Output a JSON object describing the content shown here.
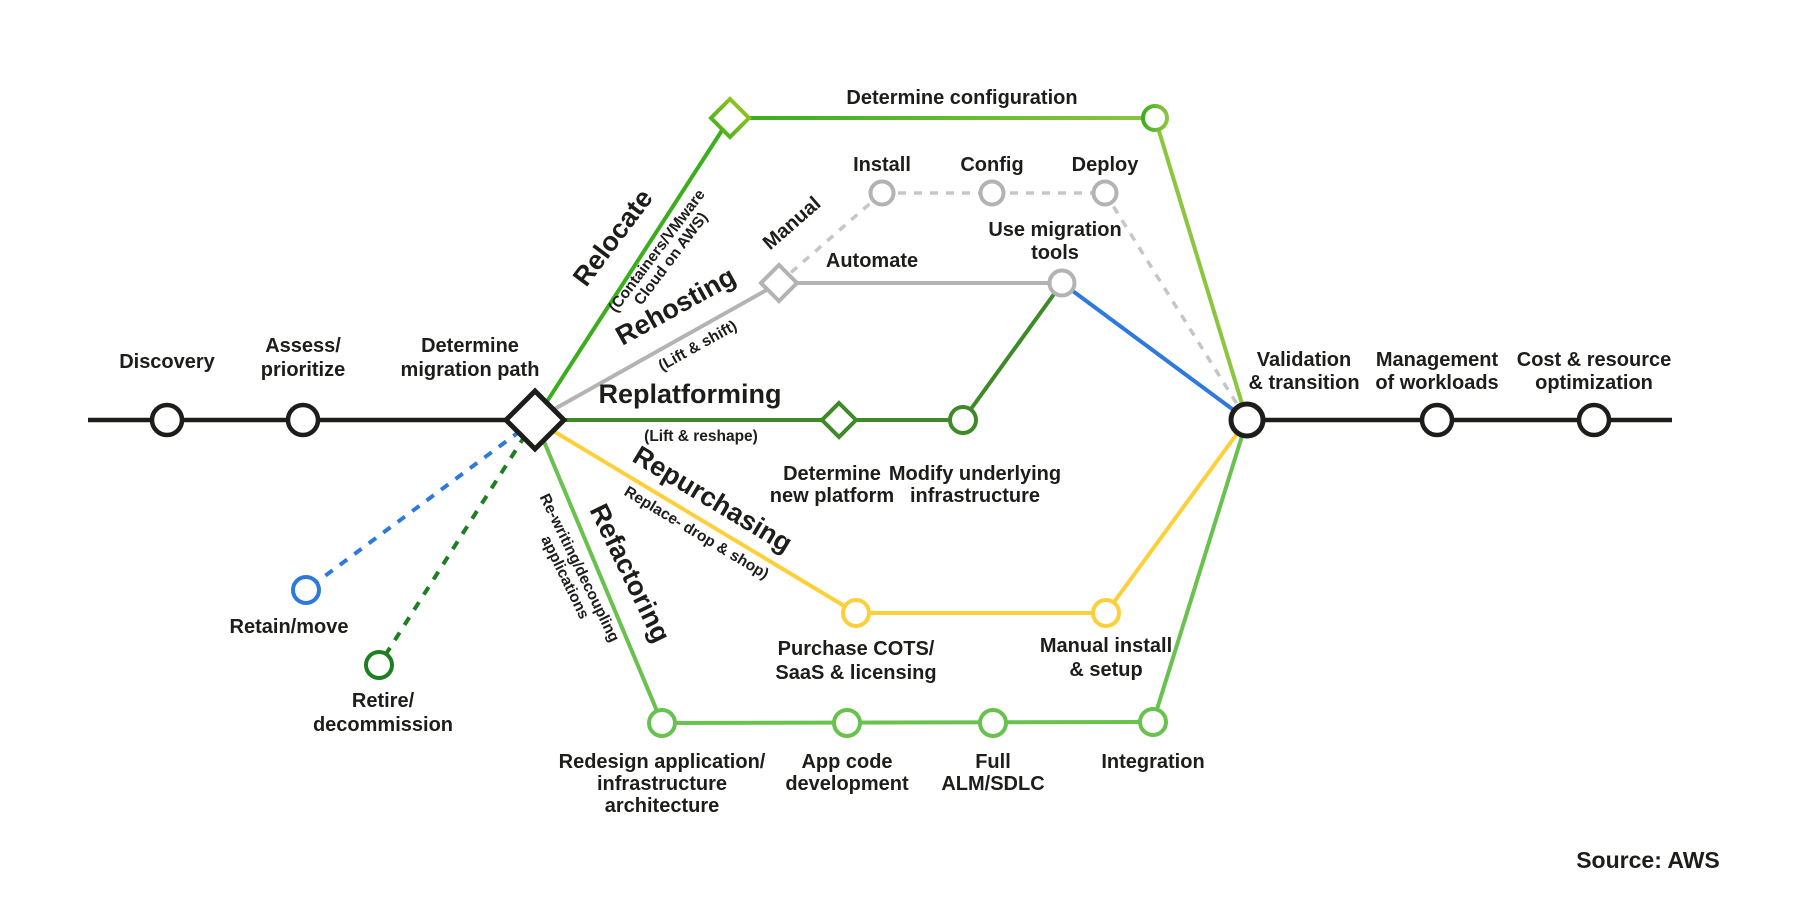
{
  "source_label": "Source: AWS",
  "colors": {
    "black": "#1d1d1b",
    "gray": "#b3b3b3",
    "gray_dashed": "#c6c6c6",
    "green": "#3cae1d",
    "light_green": "#8cc63f",
    "yellow_green": "#a5c81e",
    "dark_green": "#3f8a28",
    "deep_green": "#1e7e22",
    "lime_green": "#69c14e",
    "yellow": "#fdd039",
    "blue": "#2d7adc",
    "white": "#ffffff",
    "source_text": "#b5b5b5"
  },
  "main_path": {
    "discovery": "Discovery",
    "assess_line1": "Assess/",
    "assess_line2": "prioritize",
    "determine_line1": "Determine",
    "determine_line2": "migration path",
    "validation_line1": "Validation",
    "validation_line2": "& transition",
    "management_line1": "Management",
    "management_line2": "of workloads",
    "cost_line1": "Cost & resource",
    "cost_line2": "optimization"
  },
  "relocate": {
    "title": "Relocate",
    "subtitle_line1": "(Containers/VMware",
    "subtitle_line2": "Cloud on AWS)",
    "determine_configuration": "Determine configuration"
  },
  "rehosting": {
    "title": "Rehosting",
    "subtitle": "(Lift & shift)",
    "manual": "Manual",
    "automate": "Automate",
    "install": "Install",
    "config": "Config",
    "deploy": "Deploy",
    "use_tools_line1": "Use migration",
    "use_tools_line2": "tools"
  },
  "replatforming": {
    "title": "Replatforming",
    "subtitle": "(Lift & reshape)",
    "new_platform_line1": "Determine",
    "new_platform_line2": "new platform",
    "modify_line1": "Modify underlying",
    "modify_line2": "infrastructure"
  },
  "repurchasing": {
    "title": "Repurchasing",
    "subtitle": "Replace- drop & shop)",
    "purchase_line1": "Purchase COTS/",
    "purchase_line2": "SaaS & licensing",
    "manual_install_line1": "Manual install",
    "manual_install_line2": "& setup"
  },
  "refactoring": {
    "title": "Refactoring",
    "subtitle_line1": "Re-writing/decoupling",
    "subtitle_line2": "applications",
    "redesign_line1": "Redesign application/",
    "redesign_line2": "infrastructure",
    "redesign_line3": "architecture",
    "app_code_line1": "App code",
    "app_code_line2": "development",
    "alm_line1": "Full",
    "alm_line2": "ALM/SDLC",
    "integration": "Integration"
  },
  "retain": {
    "label": "Retain/move"
  },
  "retire": {
    "label_line1": "Retire/",
    "label_line2": "decommission"
  }
}
